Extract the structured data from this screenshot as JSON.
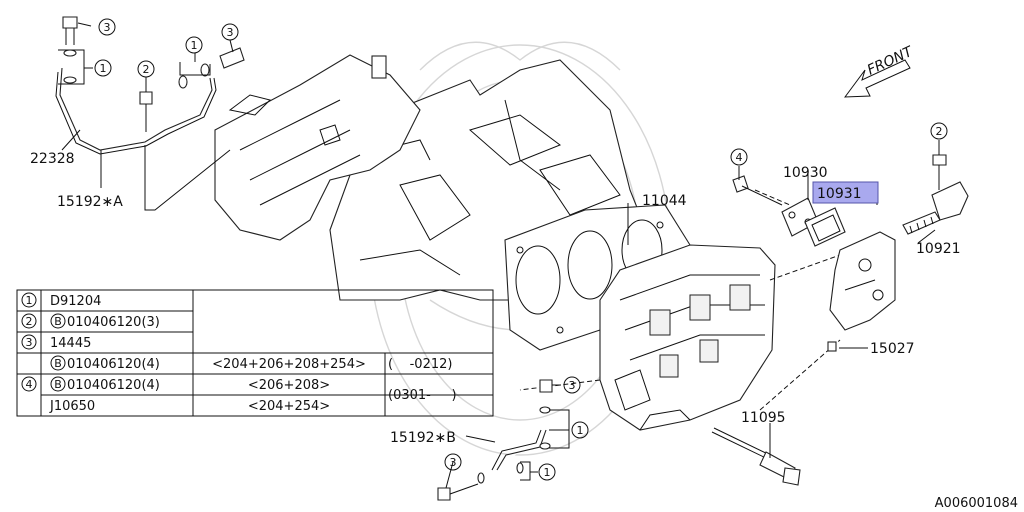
{
  "front_label": "FRONT",
  "image_code": "A006001084",
  "callouts": {
    "c_top_bolt": "3",
    "c_top_washers": "1",
    "c_mid_washers": "1",
    "c_mid_bolt": "3",
    "c_mid_stud": "2",
    "c_right_bolt4": "4",
    "c_right_bolt2": "2",
    "c_bot_bolt": "3",
    "c_bot_washers_r": "1",
    "c_bot_washers_b": "1"
  },
  "part_labels": {
    "p22328": "22328",
    "p15192a": "15192∗A",
    "p11044": "11044",
    "p10930": "10930",
    "p10931": "10931",
    "p10921": "10921",
    "p15027": "15027",
    "p11095": "11095",
    "p15192b": "15192∗B"
  },
  "legend": {
    "rows": [
      {
        "num": "1",
        "code": "D91204"
      },
      {
        "num": "2",
        "b": "B",
        "code": "010406120(3)"
      },
      {
        "num": "3",
        "code": "14445"
      },
      {
        "num": "4",
        "b": "B",
        "code": "010406120(4)",
        "models": "<204+206+208+254>",
        "date": "(    -0212)"
      },
      {
        "b": "B",
        "code": "010406120(4)",
        "models": "<206+208>",
        "date": "(0301-     )"
      },
      {
        "code": "J10650",
        "models": "<204+254>"
      }
    ]
  }
}
